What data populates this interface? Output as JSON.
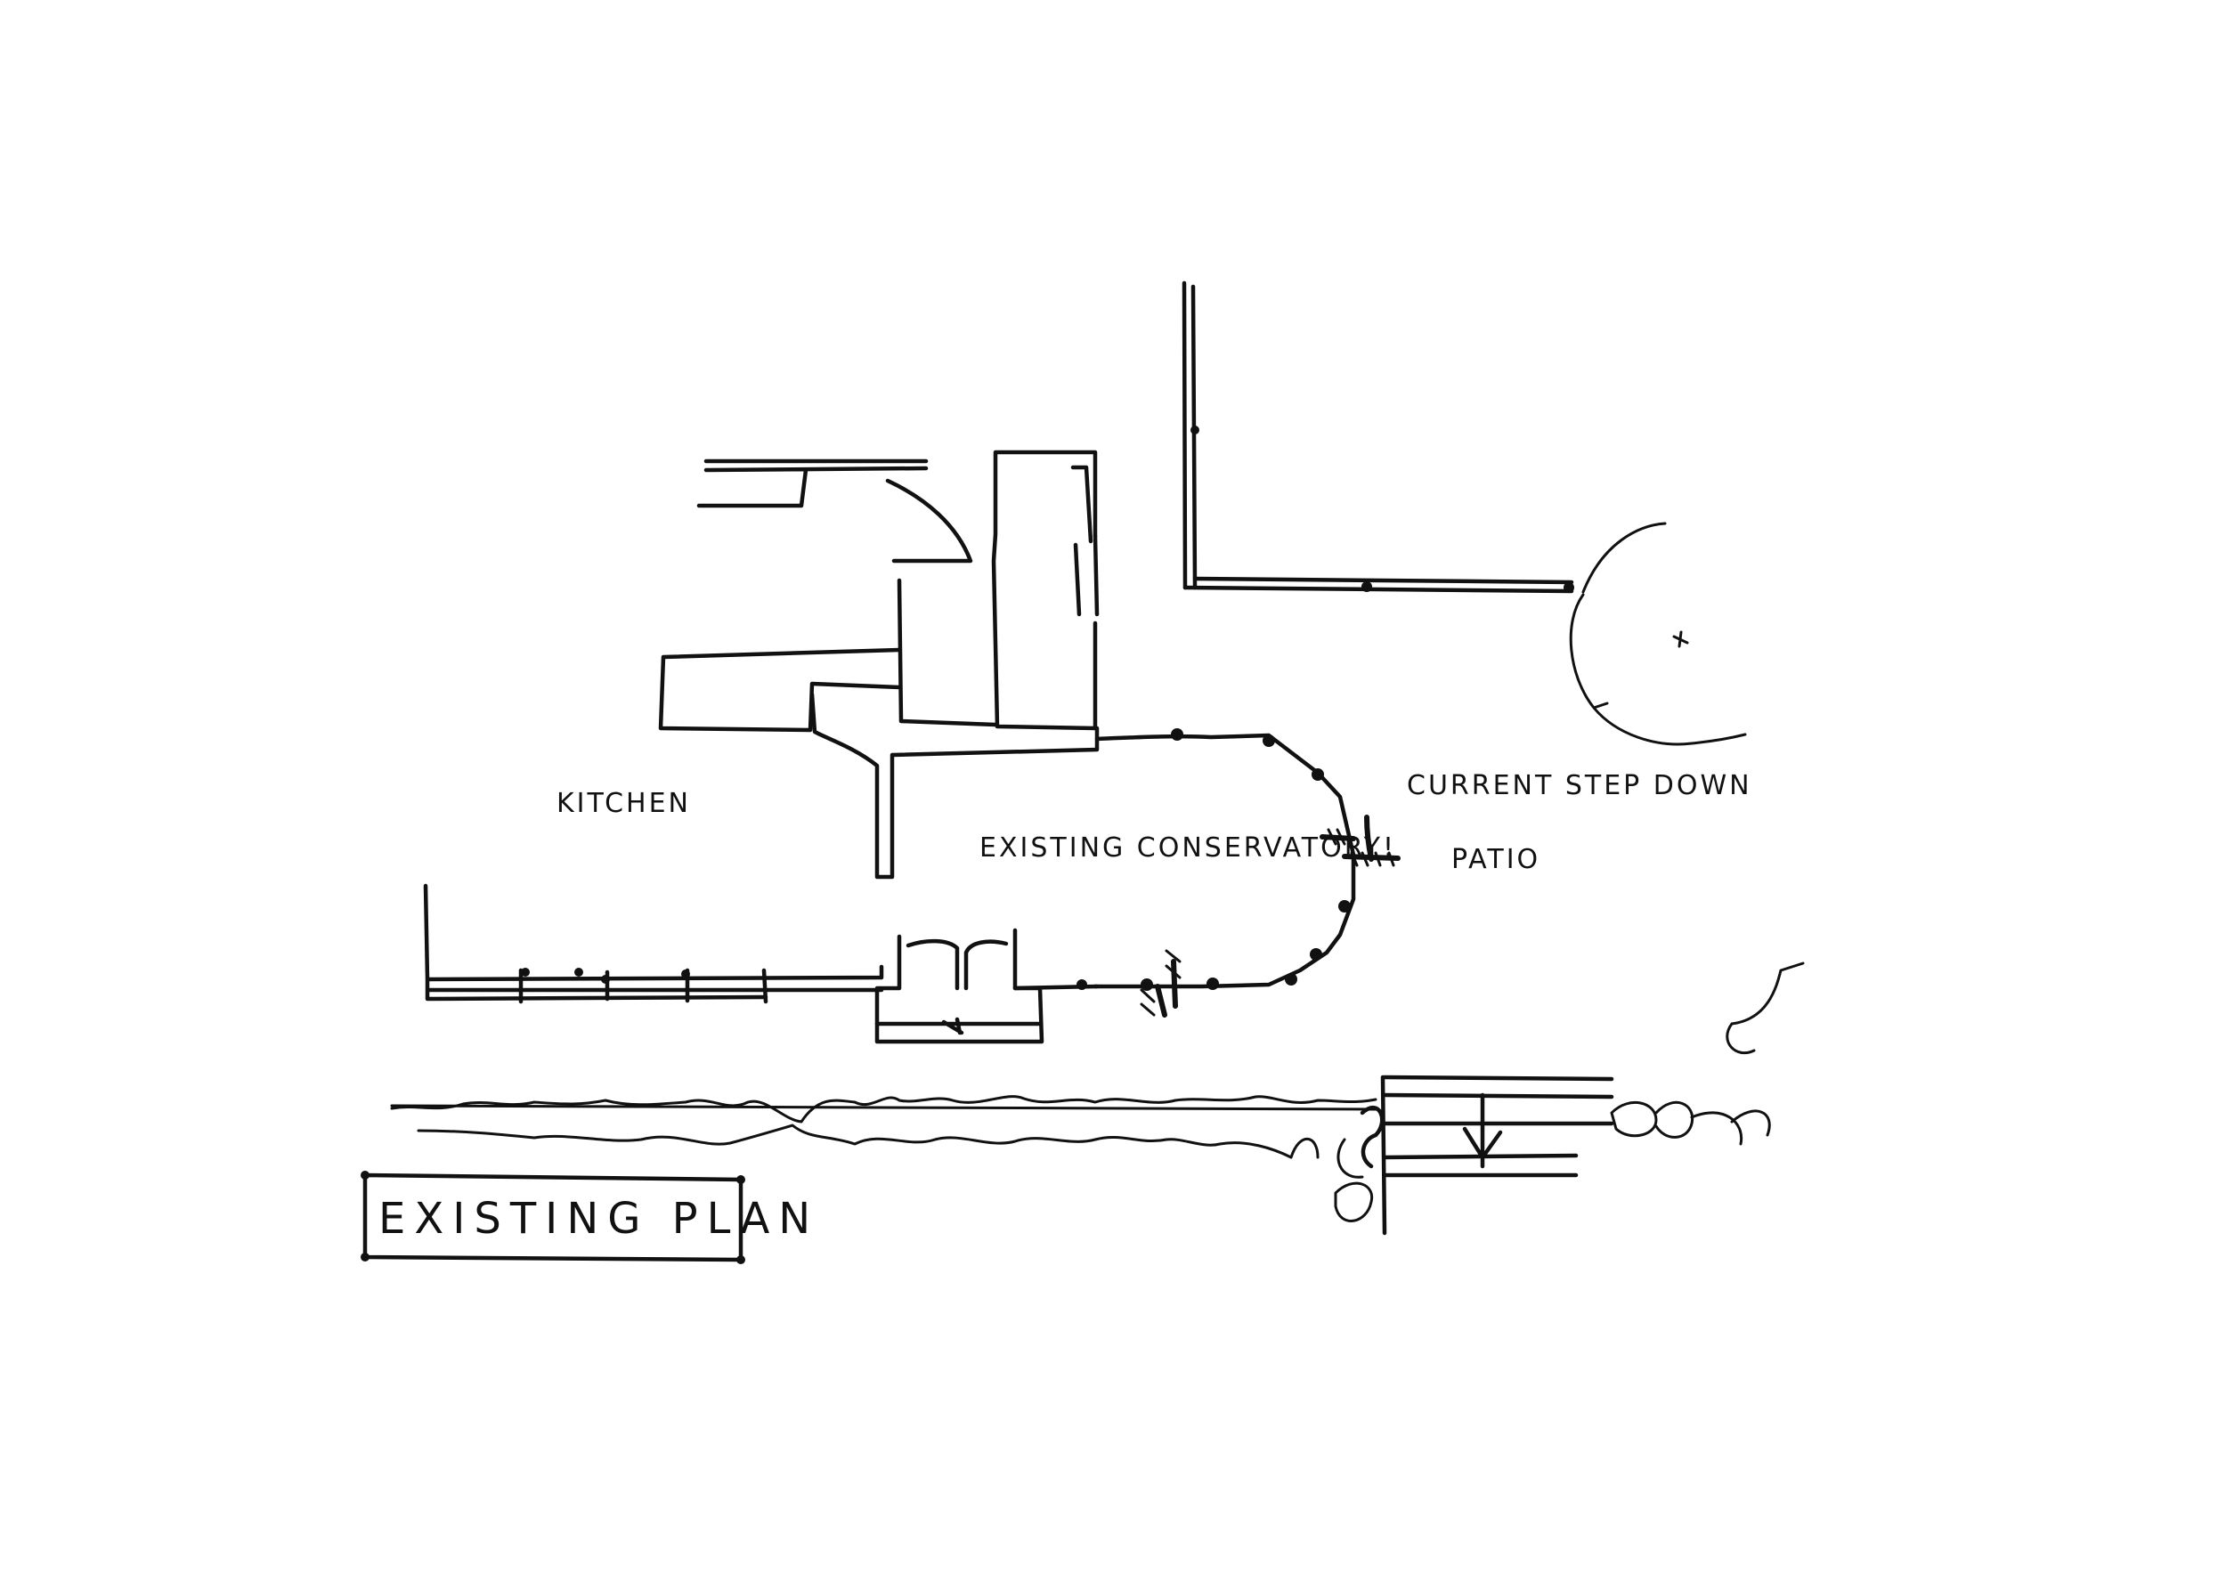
{
  "labels": {
    "kitchen": "KITCHEN",
    "conservatory": "EXISTING CONSERVATORY!",
    "step_down": "CURRENT STEP DOWN",
    "patio": "PATIO",
    "title": "EXISTING PLAN"
  },
  "colors": {
    "ink": "#111111",
    "paper": "#ffffff"
  }
}
